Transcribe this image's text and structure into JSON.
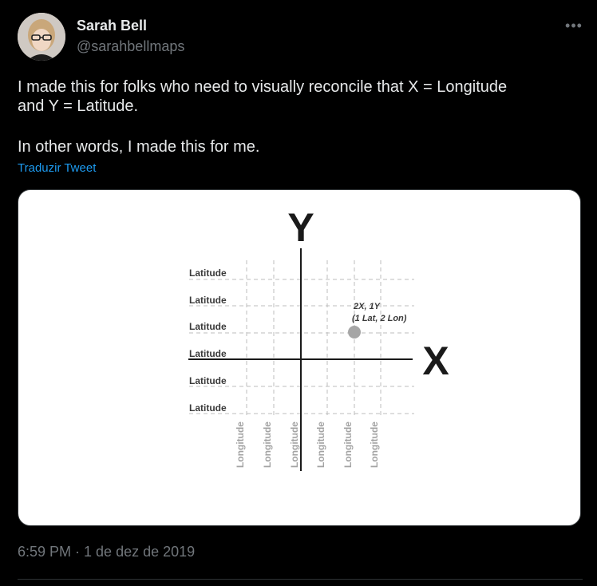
{
  "tweet": {
    "author_name": "Sarah Bell",
    "author_handle": "@sarahbellmaps",
    "more_icon": "ellipsis-icon",
    "text_line1": "I made this for folks who need to visually reconcile that X = Longitude",
    "text_line2": "and Y = Latitude.",
    "text_line3": "In other words, I made this for me.",
    "translate_label": "Traduzir Tweet",
    "timestamp": "6:59 PM · 1 de dez de 2019"
  },
  "figure": {
    "y_axis_label": "Y",
    "x_axis_label": "X",
    "row_labels": [
      "Latitude",
      "Latitude",
      "Latitude",
      "Latitude",
      "Latitude",
      "Latitude"
    ],
    "column_labels": [
      "Longitude",
      "Longitude",
      "Longitude",
      "Longitude",
      "Longitude",
      "Longitude"
    ],
    "point_label_line1": "2X, 1Y",
    "point_label_line2": "(1 Lat, 2 Lon)"
  },
  "colors": {
    "background": "#000000",
    "text": "#e7e9ea",
    "muted": "#71767b",
    "link": "#1d9bf0",
    "point": "#a6a6a6"
  }
}
